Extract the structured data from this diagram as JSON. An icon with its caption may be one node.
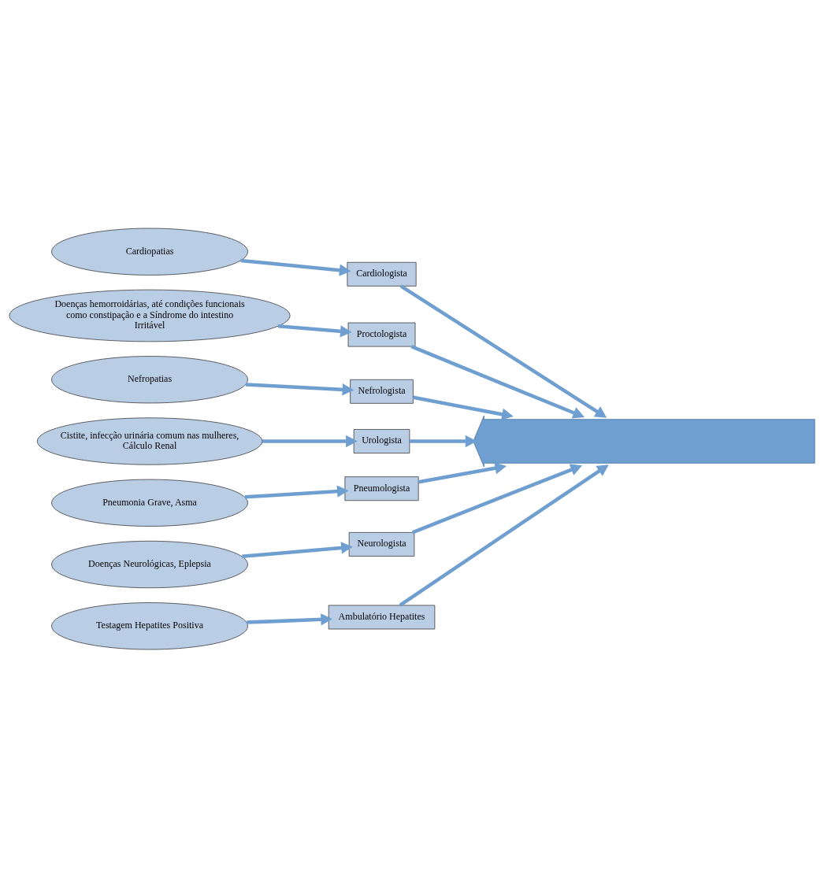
{
  "diagram": {
    "nodes": [
      {
        "text": [
          "Cardiopatias"
        ]
      },
      {
        "text": [
          "Doenças hemorroidárias, até condições funcionais como constipação e a Síndrome do intestino Irritável"
        ]
      },
      {
        "text": [
          "Nefropatias"
        ]
      },
      {
        "text": [
          "Cistite, infecção urinária comum nas mulheres, Cálculo Renal"
        ]
      },
      {
        "text": [
          "Pneumonia Grave, Asma"
        ]
      },
      {
        "text": [
          "Doenças Neurológicas, Eplepsia"
        ]
      },
      {
        "text": [
          "Testagem Hepatites Positiva"
        ]
      },
      {
        "text": [
          "Cardiologista"
        ]
      },
      {
        "text": [
          "Proctologista"
        ]
      },
      {
        "text": [
          "Nefrologista"
        ]
      },
      {
        "text": [
          "Urologista"
        ]
      },
      {
        "text": [
          "Pneumologista"
        ]
      },
      {
        "text": [
          "Neurologista"
        ]
      },
      {
        "text": [
          "Ambulatório Hepatites"
        ]
      },
      {
        "text": [],
        "shape": "arrow"
      }
    ],
    "edges": [
      {
        "from": 0,
        "to": 7,
        "arrow": "to"
      },
      {
        "from": 1,
        "to": 8,
        "arrow": "to"
      },
      {
        "from": 2,
        "to": 9,
        "arrow": "to"
      },
      {
        "from": 3,
        "to": 10,
        "arrow": "to"
      },
      {
        "from": 4,
        "to": 11,
        "arrow": "to"
      },
      {
        "from": 5,
        "to": 12,
        "arrow": "to"
      },
      {
        "from": 6,
        "to": 13,
        "arrow": "to"
      },
      {
        "from": 7,
        "to": 14,
        "arrow": "to"
      },
      {
        "from": 8,
        "to": 14,
        "arrow": "to"
      },
      {
        "from": 9,
        "to": 14,
        "arrow": "to"
      },
      {
        "from": 10,
        "to": 14,
        "arrow": "to"
      },
      {
        "from": 11,
        "to": 14,
        "arrow": "to"
      },
      {
        "from": 12,
        "to": 14,
        "arrow": "to"
      },
      {
        "from": 13,
        "to": 14,
        "arrow": "to"
      }
    ]
  }
}
